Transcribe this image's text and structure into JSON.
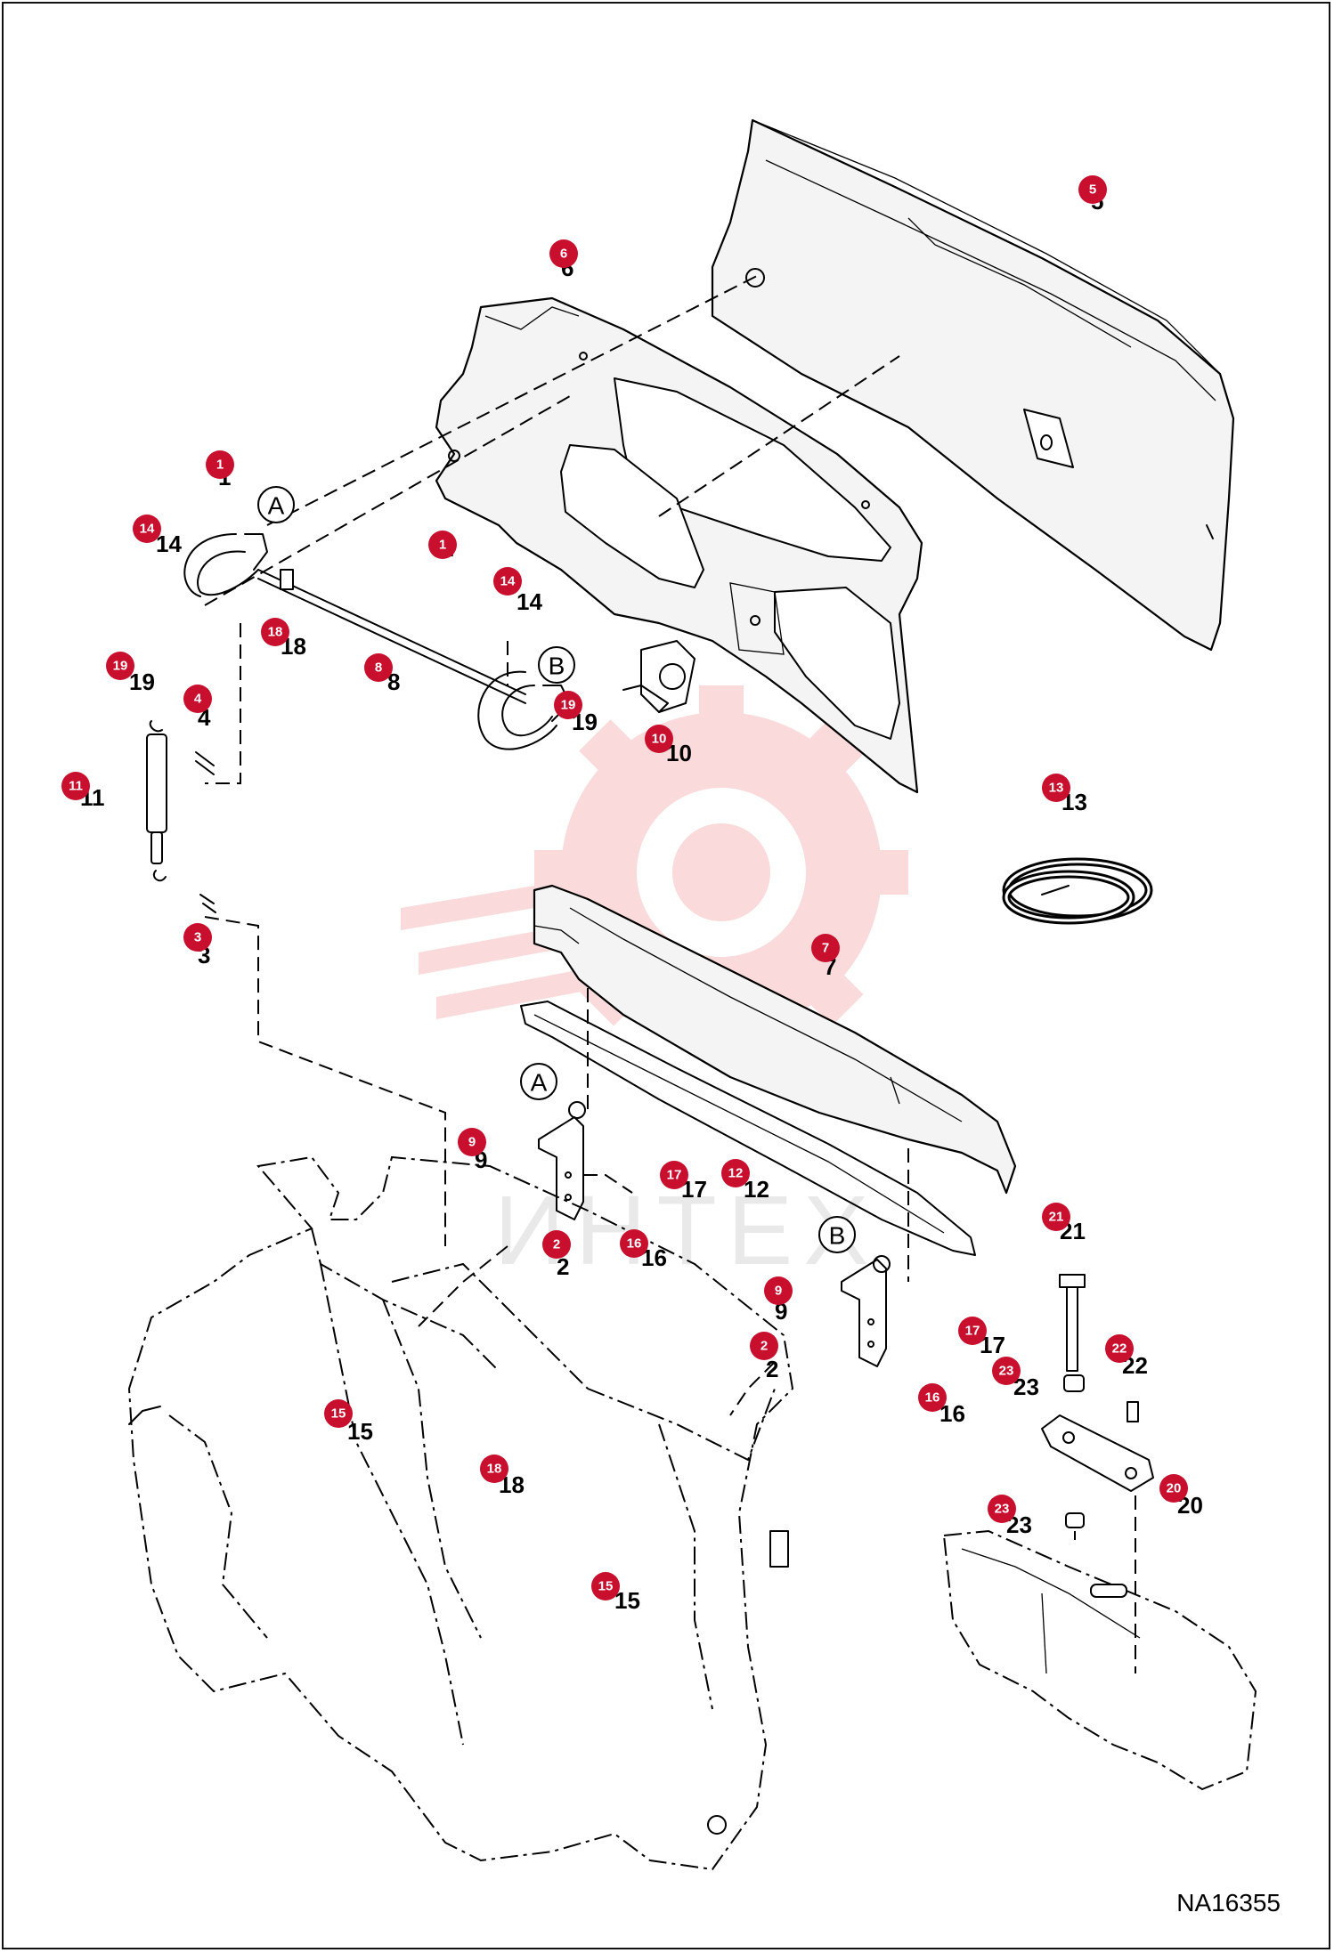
{
  "drawing_id": "NA16355",
  "watermark_text": "ИНТЕХ",
  "colors": {
    "callout": "#c8102e",
    "ink": "#000000",
    "watermark": "#f6c9c9"
  },
  "callouts": [
    {
      "n": "1"
    },
    {
      "n": "1"
    },
    {
      "n": "2"
    },
    {
      "n": "2"
    },
    {
      "n": "3"
    },
    {
      "n": "4"
    },
    {
      "n": "5"
    },
    {
      "n": "6"
    },
    {
      "n": "7"
    },
    {
      "n": "8"
    },
    {
      "n": "9"
    },
    {
      "n": "9"
    },
    {
      "n": "10"
    },
    {
      "n": "11"
    },
    {
      "n": "12"
    },
    {
      "n": "13"
    },
    {
      "n": "14"
    },
    {
      "n": "14"
    },
    {
      "n": "15"
    },
    {
      "n": "15"
    },
    {
      "n": "16"
    },
    {
      "n": "16"
    },
    {
      "n": "17"
    },
    {
      "n": "17"
    },
    {
      "n": "18"
    },
    {
      "n": "18"
    },
    {
      "n": "19"
    },
    {
      "n": "19"
    },
    {
      "n": "20"
    },
    {
      "n": "21"
    },
    {
      "n": "22"
    },
    {
      "n": "23"
    },
    {
      "n": "23"
    }
  ],
  "reference_letters": [
    "A",
    "B",
    "A",
    "B"
  ]
}
